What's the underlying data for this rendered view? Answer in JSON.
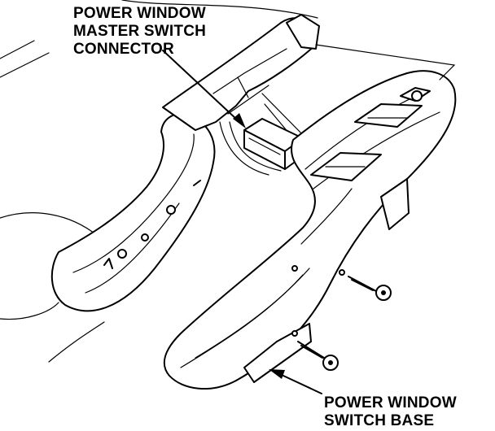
{
  "labels": {
    "connector": [
      "POWER WINDOW",
      "MASTER SWITCH",
      "CONNECTOR"
    ],
    "base": [
      "POWER WINDOW",
      "SWITCH BASE"
    ]
  },
  "colors": {
    "line": "#000000",
    "background": "#ffffff"
  }
}
